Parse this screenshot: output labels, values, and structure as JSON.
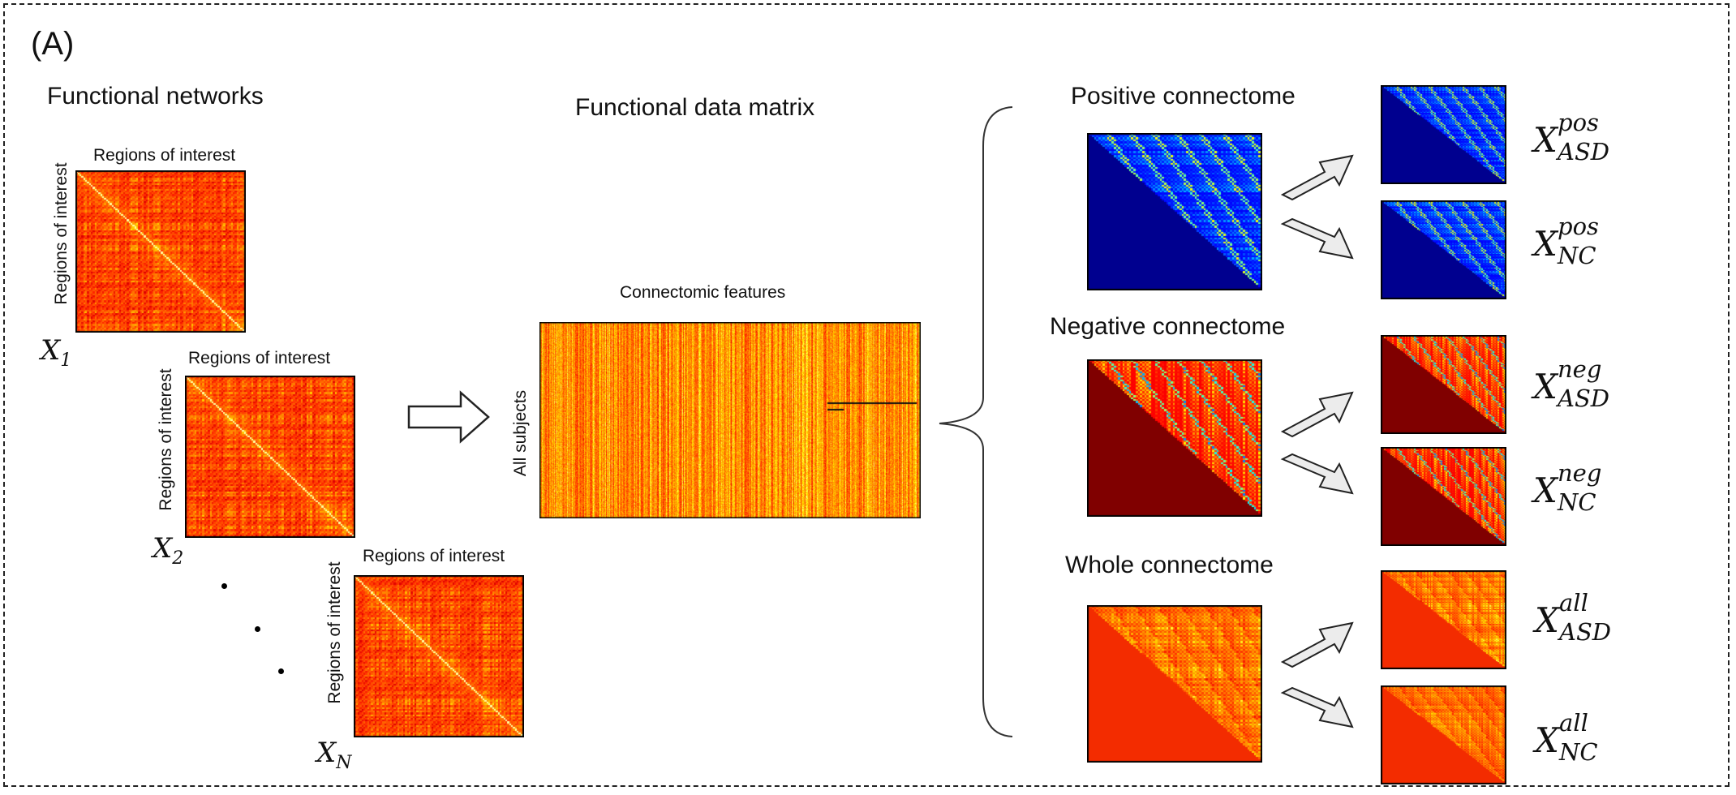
{
  "panel_label": "(A)",
  "left": {
    "heading": "Functional networks",
    "matrix_title": "Regions of interest",
    "matrix_ylabel": "Regions of interest",
    "vars": [
      {
        "base": "X",
        "sub": "1"
      },
      {
        "base": "X",
        "sub": "2"
      },
      {
        "base": "X",
        "sub": "N"
      }
    ]
  },
  "middle": {
    "heading": "Functional data matrix",
    "matrix_title": "Connectomic features",
    "matrix_ylabel": "All subjects"
  },
  "right": {
    "sections": [
      {
        "heading": "Positive connectome",
        "colormap": "jet-blue",
        "outputs": [
          {
            "base": "X",
            "sup": "pos",
            "sub": "ASD"
          },
          {
            "base": "X",
            "sup": "pos",
            "sub": "NC"
          }
        ]
      },
      {
        "heading": "Negative connectome",
        "colormap": "jet-darkred",
        "outputs": [
          {
            "base": "X",
            "sup": "neg",
            "sub": "ASD"
          },
          {
            "base": "X",
            "sup": "neg",
            "sub": "NC"
          }
        ]
      },
      {
        "heading": "Whole connectome",
        "colormap": "hot-red",
        "outputs": [
          {
            "base": "X",
            "sup": "all",
            "sub": "ASD"
          },
          {
            "base": "X",
            "sup": "all",
            "sub": "NC"
          }
        ]
      }
    ]
  },
  "colors": {
    "heat_base": "#e8400c",
    "jet_background": "#00008f",
    "negative_background": "#800000",
    "whole_background": "#f32c00"
  }
}
